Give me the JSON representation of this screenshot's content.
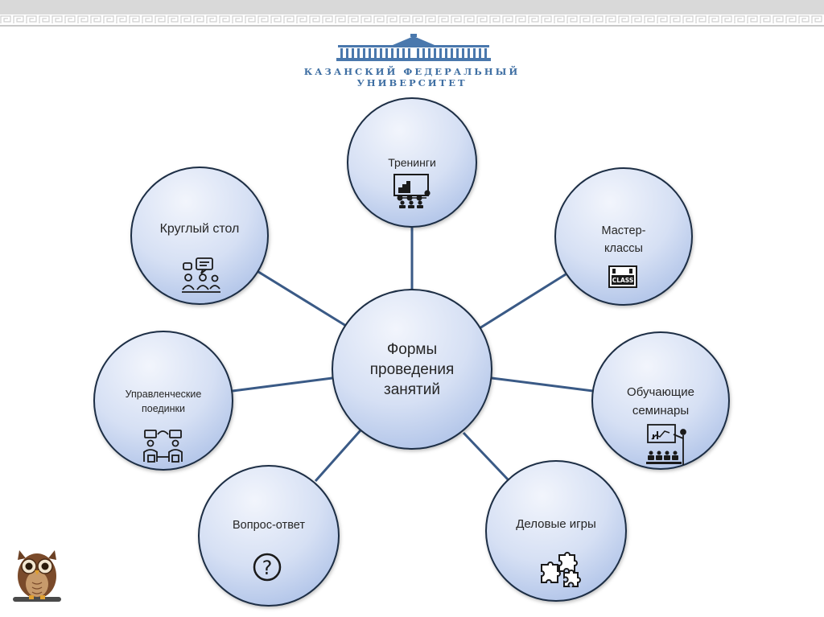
{
  "header": {
    "university_name": "КАЗАНСКИЙ ФЕДЕРАЛЬНЫЙ УНИВЕРСИТЕТ",
    "logo_icon": "university-building-icon"
  },
  "center": {
    "label": "Формы проведения занятий"
  },
  "nodes": [
    {
      "id": "treningi",
      "label": "Тренинги",
      "icon": "training-presentation-icon"
    },
    {
      "id": "master",
      "label": "Мастер-классы",
      "icon": "class-board-icon"
    },
    {
      "id": "seminars",
      "label": "Обучающие семинары",
      "icon": "seminar-presenter-icon"
    },
    {
      "id": "games",
      "label": "Деловые игры",
      "icon": "puzzle-pieces-icon"
    },
    {
      "id": "qa",
      "label": "Вопрос-ответ",
      "icon": "question-mark-icon"
    },
    {
      "id": "duels",
      "label": "Управленческие поединки",
      "icon": "debate-people-icon"
    },
    {
      "id": "roundtable",
      "label": "Круглый стол",
      "icon": "discussion-group-icon"
    }
  ],
  "colors": {
    "circle_fill_light": "#eef2fb",
    "circle_fill_dark": "#b7c7e8",
    "circle_stroke": "#1f2e44",
    "connector": "#3a5a86",
    "accent_blue": "#3f6fa3",
    "owl_brown": "#7a4a2a"
  }
}
